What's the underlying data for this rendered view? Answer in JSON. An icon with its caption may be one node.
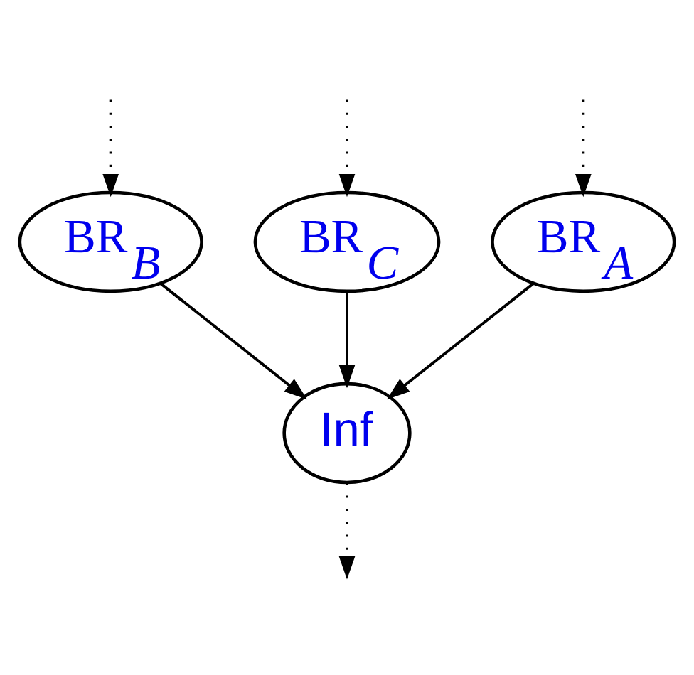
{
  "diagram": {
    "nodes": [
      {
        "text": [
          "BR$_{A}$"
        ]
      },
      {
        "text": [
          "BR$_{B}$"
        ]
      },
      {
        "text": [
          "BR$_{C}$"
        ]
      },
      {
        "text": [
          "Inf"
        ]
      }
    ],
    "edges": [
      {
        "from": null,
        "to": 0,
        "arrow": "to",
        "style": "dashed"
      },
      {
        "from": null,
        "to": 1,
        "arrow": "to",
        "style": "dashed"
      },
      {
        "from": null,
        "to": 2,
        "arrow": "to",
        "style": "dashed"
      },
      {
        "from": 0,
        "to": 3,
        "arrow": "to"
      },
      {
        "from": 1,
        "to": 3,
        "arrow": "to"
      },
      {
        "from": 2,
        "to": 3,
        "arrow": "to"
      },
      {
        "from": 3,
        "to": null,
        "arrow": "to",
        "style": "dashed"
      }
    ]
  }
}
